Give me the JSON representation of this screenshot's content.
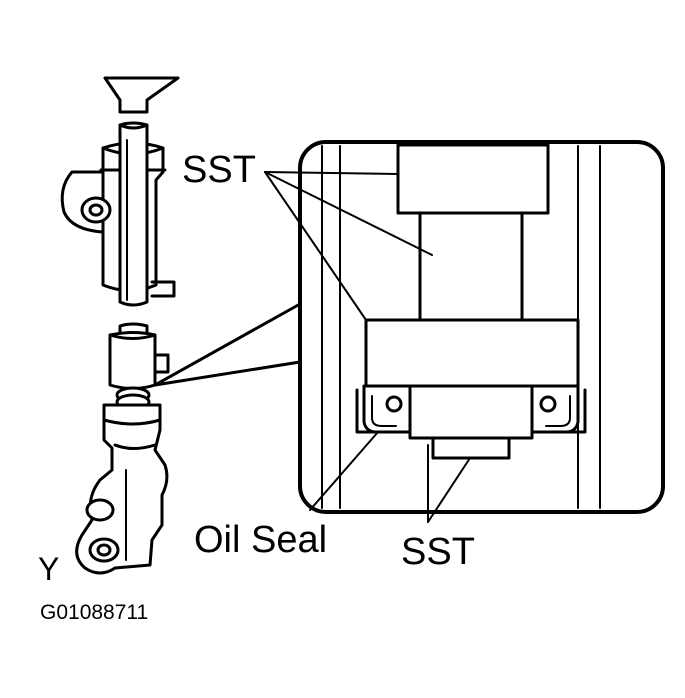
{
  "labels": {
    "sst_top": "SST",
    "sst_bottom": "SST",
    "oil_seal": "Oil Seal",
    "view_letter": "Y",
    "figure_code": "G01088711"
  },
  "colors": {
    "line": "#000000",
    "background": "#ffffff"
  }
}
